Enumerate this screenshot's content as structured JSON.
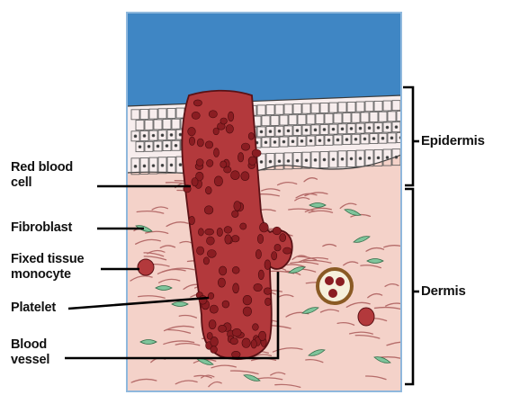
{
  "labels": {
    "red_blood_cell": "Red blood\ncell",
    "fibroblast": "Fibroblast",
    "fixed_tissue_monocyte": "Fixed tissue\nmonocyte",
    "platelet": "Platelet",
    "blood_vessel": "Blood\nvessel",
    "epidermis": "Epidermis",
    "dermis": "Dermis"
  },
  "colors": {
    "surface": "#3f86c4",
    "epidermis": "#f7eded",
    "dermis": "#f4d2c9",
    "blood_vessel": "#b3393c",
    "red_blood_cell": "#8a1d22",
    "fibroblast": "#7fc49b",
    "outline": "#2a2a2a"
  }
}
